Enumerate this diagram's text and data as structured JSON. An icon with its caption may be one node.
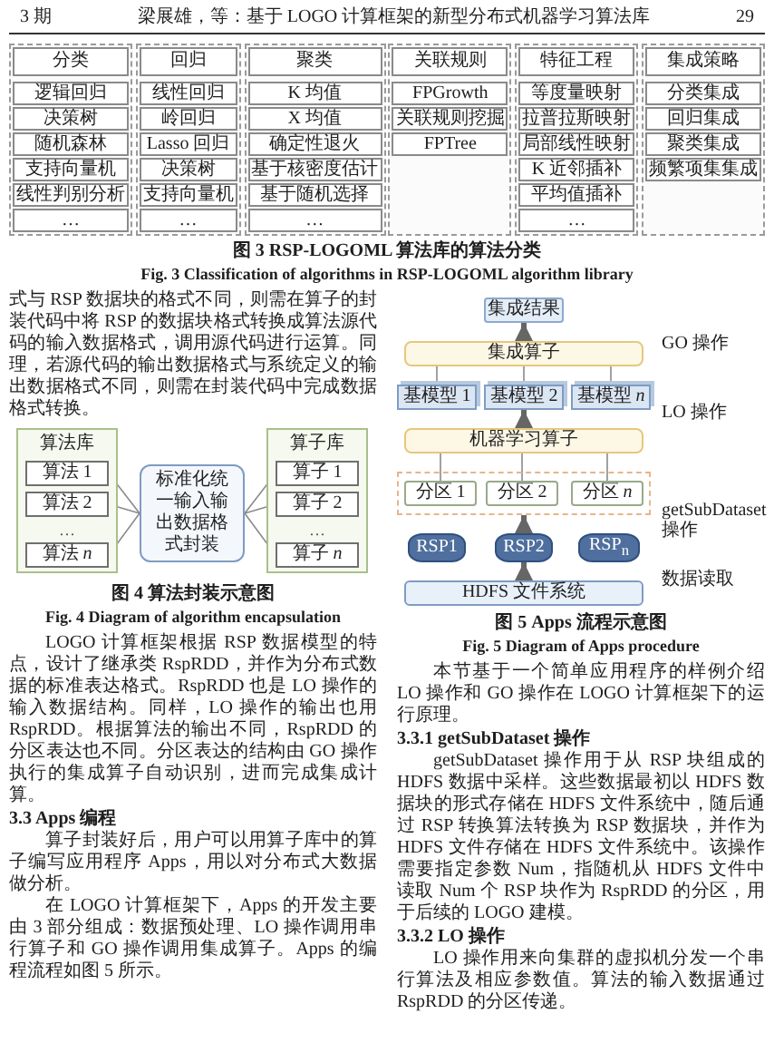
{
  "diagram": {
    "nodes": [
      {
        "text": [],
        "shape": "box"
      },
      {
        "text": [
          "分类"
        ],
        "in": 0
      },
      {
        "text": [
          "逻辑回归"
        ],
        "in": 0
      },
      {
        "text": [
          "决策树"
        ],
        "in": 0
      },
      {
        "text": [
          "随机森林"
        ],
        "in": 0
      },
      {
        "text": [
          "支持向量机"
        ],
        "in": 0
      },
      {
        "text": [
          "线性判别分析"
        ],
        "in": 0
      },
      {
        "text": [
          "…"
        ],
        "in": 0
      },
      {
        "text": [],
        "shape": "box"
      },
      {
        "text": [
          "回归"
        ],
        "in": 8
      },
      {
        "text": [
          "线性回归"
        ],
        "in": 8
      },
      {
        "text": [
          "岭回归"
        ],
        "in": 8
      },
      {
        "text": [
          "Lasso 回归"
        ],
        "in": 8
      },
      {
        "text": [
          "决策树"
        ],
        "in": 8
      },
      {
        "text": [
          "支持向量机"
        ],
        "in": 8
      },
      {
        "text": [
          "…"
        ],
        "in": 8
      },
      {
        "text": [],
        "shape": "box"
      },
      {
        "text": [
          "聚类"
        ],
        "in": 16
      },
      {
        "text": [
          "K 均值"
        ],
        "in": 16
      },
      {
        "text": [
          "X 均值"
        ],
        "in": 16
      },
      {
        "text": [
          "确定性退火"
        ],
        "in": 16
      },
      {
        "text": [
          "基于核密度估计"
        ],
        "in": 16
      },
      {
        "text": [
          "基于随机选择"
        ],
        "in": 16
      },
      {
        "text": [
          "…"
        ],
        "in": 16
      },
      {
        "text": [],
        "shape": "box"
      },
      {
        "text": [
          "关联规则"
        ],
        "in": 24
      },
      {
        "text": [
          "FPGrowth"
        ],
        "in": 24
      },
      {
        "text": [
          "关联规则挖掘"
        ],
        "in": 24
      },
      {
        "text": [
          "FPTree"
        ],
        "in": 24
      },
      {
        "text": [],
        "shape": "box"
      },
      {
        "text": [
          "特征工程"
        ],
        "in": 29
      },
      {
        "text": [
          "等度量映射"
        ],
        "in": 29
      },
      {
        "text": [
          "拉普拉斯映射"
        ],
        "in": 29
      },
      {
        "text": [
          "局部线性映射"
        ],
        "in": 29
      },
      {
        "text": [
          "K 近邻插补"
        ],
        "in": 29
      },
      {
        "text": [
          "平均值插补"
        ],
        "in": 29
      },
      {
        "text": [
          "…"
        ],
        "in": 29
      },
      {
        "text": [],
        "shape": "box"
      },
      {
        "text": [
          "集成策略"
        ],
        "in": 37
      },
      {
        "text": [
          "分类集成"
        ],
        "in": 37
      },
      {
        "text": [
          "回归集成"
        ],
        "in": 37
      },
      {
        "text": [
          "聚类集成"
        ],
        "in": 37
      },
      {
        "text": [
          "频繁项集集成"
        ],
        "in": 37
      },
      {
        "text": [
          "算法库",
          "…"
        ]
      },
      {
        "text": [
          "算法 1"
        ],
        "in": 43
      },
      {
        "text": [
          "算法 2"
        ],
        "in": 43
      },
      {
        "text": [
          "算法 *n*"
        ],
        "in": 43
      },
      {
        "text": [
          "标准化统一输入输出数据格式封装"
        ]
      },
      {
        "text": [
          "算子库",
          "…"
        ]
      },
      {
        "text": [
          "算子 1"
        ],
        "in": 48
      },
      {
        "text": [
          "算子 2"
        ],
        "in": 48
      },
      {
        "text": [
          "算子 *n*"
        ],
        "in": 48
      },
      {
        "text": [
          "集成结果"
        ]
      },
      {
        "text": [
          "集成算子"
        ]
      },
      {
        "text": [
          "基模型 1"
        ]
      },
      {
        "text": [
          "基模型 2"
        ]
      },
      {
        "text": [
          "基模型 *n*"
        ]
      },
      {
        "text": [
          "机器学习算子"
        ]
      },
      {
        "text": [],
        "shape": "box"
      },
      {
        "text": [
          "分区 1"
        ],
        "in": 58
      },
      {
        "text": [
          "分区 2"
        ],
        "in": 58
      },
      {
        "text": [
          "分区 *n*"
        ],
        "in": 58
      },
      {
        "text": [
          "RSP1"
        ]
      },
      {
        "text": [
          "RSP2"
        ]
      },
      {
        "text": [
          "RSP$_{n}$"
        ]
      },
      {
        "text": [
          "HDFS 文件系统"
        ]
      }
    ],
    "edges": [
      {
        "from": 44,
        "to": 47,
        "arrow": "none"
      },
      {
        "from": 45,
        "to": 47,
        "arrow": "none"
      },
      {
        "from": 46,
        "to": 47,
        "arrow": "none"
      },
      {
        "from": 47,
        "to": 49,
        "arrow": "none"
      },
      {
        "from": 47,
        "to": 50,
        "arrow": "none"
      },
      {
        "from": 47,
        "to": 51,
        "arrow": "none"
      },
      {
        "from": 53,
        "to": 52,
        "arrow": "to",
        "style": "thick"
      },
      {
        "from": 54,
        "to": 53,
        "arrow": "none"
      },
      {
        "from": 55,
        "to": 53,
        "arrow": "none"
      },
      {
        "from": 56,
        "to": 53,
        "arrow": "none"
      },
      {
        "from": 57,
        "to": 55,
        "arrow": "to",
        "style": "thick"
      },
      {
        "from": 59,
        "to": 57,
        "arrow": "none"
      },
      {
        "from": 60,
        "to": 57,
        "arrow": "none"
      },
      {
        "from": 61,
        "to": 57,
        "arrow": "none"
      },
      {
        "from": 63,
        "to": 58,
        "arrow": "to",
        "style": "thick"
      },
      {
        "from": 65,
        "to": 63,
        "arrow": "to",
        "style": "thick"
      }
    ],
    "labels": [
      "3 期",
      "梁展雄，等：基于 LOGO 计算框架的新型分布式机器学习算法库",
      "29",
      "图 3 RSP-LOGOML 算法库的算法分类",
      "Fig. 3 Classification of algorithms in RSP-LOGOML algorithm library",
      "式与 RSP 数据块的格式不同，则需在算子的封装代码中将 RSP 的数据块格式转换成算法源代码的输入数据格式，调用源代码进行运算。同理，若源代码的输出数据格式与系统定义的输出数据格式不同，则需在封装代码中完成数据格式转换。",
      "图 4 算法封装示意图",
      "Fig. 4 Diagram of algorithm encapsulation",
      "LOGO 计算框架根据 RSP 数据模型的特点，设计了继承类 RspRDD，并作为分布式数据的标准表达格式。RspRDD 也是 LO 操作的输入数据结构。同样，LO 操作的输出也用 RspRDD。根据算法的输出不同，RspRDD 的分区表达也不同。分区表达的结构由 GO 操作执行的集成算子自动识别，进而完成集成计算。",
      "3.3 Apps 编程",
      "算子封装好后，用户可以用算子库中的算子编写应用程序 Apps，用以对分布式大数据做分析。",
      "在 LOGO 计算框架下，Apps 的开发主要由 3 部分组成：数据预处理、LO 操作调用串行算子和 GO 操作调用集成算子。Apps 的编程流程如图 5 所示。",
      "GO 操作",
      "LO 操作",
      "getSubDataset 操作",
      "数据读取",
      "图 5 Apps 流程示意图",
      "Fig. 5 Diagram of Apps procedure",
      "本节基于一个简单应用程序的样例介绍 LO 操作和 GO 操作在 LOGO 计算框架下的运行原理。",
      "3.3.1 getSubDataset 操作",
      "getSubDataset 操作用于从 RSP 块组成的 HDFS 数据中采样。这些数据最初以 HDFS 数据块的形式存储在 HDFS 文件系统中，随后通过 RSP 转换算法转换为 RSP 数据块，并作为 HDFS 文件存储在 HDFS 文件系统中。该操作需要指定参数 Num，指随机从 HDFS 文件中读取 Num 个 RSP 块作为 RspRDD 的分区，用于后续的 LOGO 建模。",
      "3.3.2 LO 操作",
      "LO 操作用来向集群的虚拟机分发一个串行算法及相应参数值。算法的输入数据通过 RspRDD 的分区传递。"
    ]
  }
}
